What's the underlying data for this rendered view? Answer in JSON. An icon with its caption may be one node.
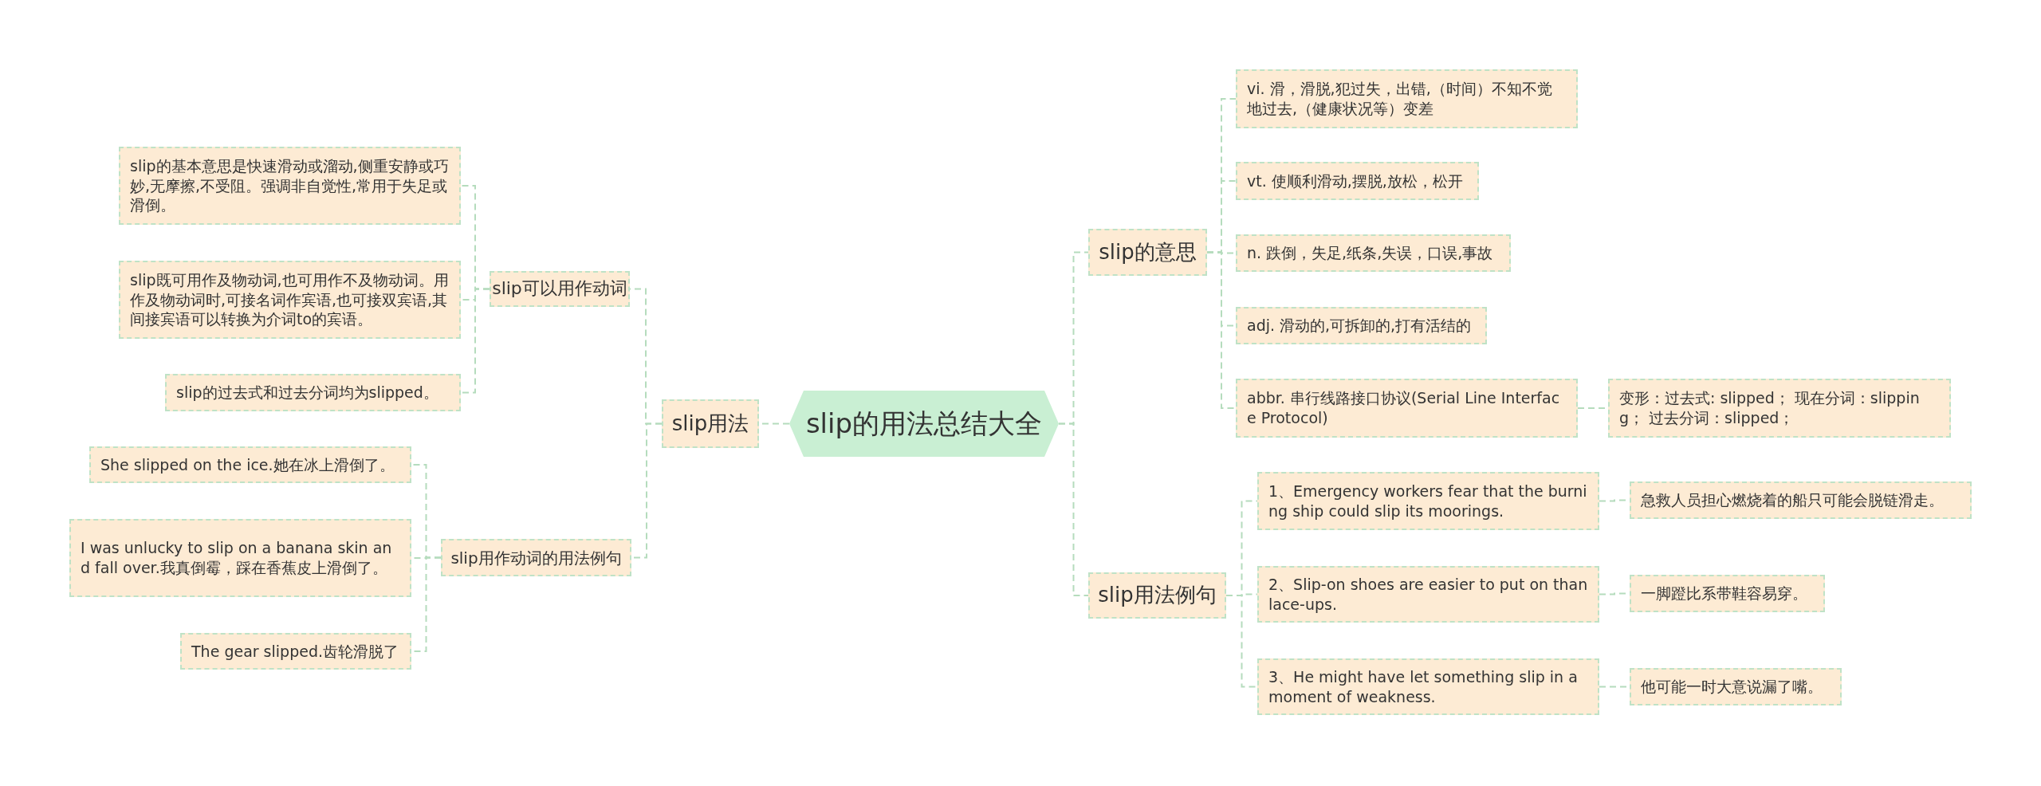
{
  "diagram": {
    "nodes": [
      {
        "text": [
          "slip的用法总结大全"
        ]
      },
      {
        "text": [
          "slip用法"
        ]
      },
      {
        "text": [
          "slip可以用作动词"
        ]
      },
      {
        "text": [
          "slip的基本意思是快速滑动或溜动,侧重安静或巧妙,无摩擦,不受阻。强调非自觉性,常用于失足或滑倒。"
        ]
      },
      {
        "text": [
          "slip既可用作及物动词,也可用作不及物动词。用作及物动词时,可接名词作宾语,也可接双宾语,其间接宾语可以转换为介词to的宾语。"
        ]
      },
      {
        "text": [
          "slip的过去式和过去分词均为slipped。"
        ]
      },
      {
        "text": [
          "slip用作动词的用法例句"
        ]
      },
      {
        "text": [
          "She slipped on the ice.她在冰上滑倒了。"
        ]
      },
      {
        "text": [
          "I was unlucky to slip on a banana skin and fall over.我真倒霉，踩在香蕉皮上滑倒了。"
        ]
      },
      {
        "text": [
          "The gear slipped.齿轮滑脱了"
        ]
      },
      {
        "text": [
          "slip的意思"
        ]
      },
      {
        "text": [
          "vi. 滑，滑脱,犯过失，出错,（时间）不知不觉地过去,（健康状况等）变差"
        ]
      },
      {
        "text": [
          "vt. 使顺利滑动,摆脱,放松，松开"
        ]
      },
      {
        "text": [
          "n. 跌倒，失足,纸条,失误，口误,事故"
        ]
      },
      {
        "text": [
          "adj. 滑动的,可拆卸的,打有活结的"
        ]
      },
      {
        "text": [
          "abbr. 串行线路接口协议(Serial Line Interface Protocol)"
        ]
      },
      {
        "text": [
          "变形：过去式: slipped；  现在分词：slipping；  过去分词：slipped；"
        ]
      },
      {
        "text": [
          "slip用法例句"
        ]
      },
      {
        "text": [
          "1、Emergency workers fear that the burning ship could slip its moorings."
        ]
      },
      {
        "text": [
          "急救人员担心燃烧着的船只可能会脱链滑走。"
        ]
      },
      {
        "text": [
          "2、Slip-on shoes are easier to put on than lace-ups."
        ]
      },
      {
        "text": [
          "一脚蹬比系带鞋容易穿。"
        ]
      },
      {
        "text": [
          "3、He might have let something slip in a moment of weakness."
        ]
      },
      {
        "text": [
          "他可能一时大意说漏了嘴。"
        ]
      }
    ],
    "edges": [
      {
        "from": 0,
        "to": 1,
        "arrow": "none"
      },
      {
        "from": 1,
        "to": 2,
        "arrow": "none"
      },
      {
        "from": 2,
        "to": 3,
        "arrow": "none"
      },
      {
        "from": 2,
        "to": 4,
        "arrow": "none"
      },
      {
        "from": 2,
        "to": 5,
        "arrow": "none"
      },
      {
        "from": 1,
        "to": 6,
        "arrow": "none"
      },
      {
        "from": 6,
        "to": 7,
        "arrow": "none"
      },
      {
        "from": 6,
        "to": 8,
        "arrow": "none"
      },
      {
        "from": 6,
        "to": 9,
        "arrow": "none"
      },
      {
        "from": 0,
        "to": 10,
        "arrow": "none"
      },
      {
        "from": 10,
        "to": 11,
        "arrow": "none"
      },
      {
        "from": 10,
        "to": 12,
        "arrow": "none"
      },
      {
        "from": 10,
        "to": 13,
        "arrow": "none"
      },
      {
        "from": 10,
        "to": 14,
        "arrow": "none"
      },
      {
        "from": 10,
        "to": 15,
        "arrow": "none"
      },
      {
        "from": 15,
        "to": 16,
        "arrow": "none"
      },
      {
        "from": 0,
        "to": 17,
        "arrow": "none"
      },
      {
        "from": 17,
        "to": 18,
        "arrow": "none"
      },
      {
        "from": 18,
        "to": 19,
        "arrow": "none"
      },
      {
        "from": 17,
        "to": 20,
        "arrow": "none"
      },
      {
        "from": 20,
        "to": 21,
        "arrow": "none"
      },
      {
        "from": 17,
        "to": 22,
        "arrow": "none"
      },
      {
        "from": 22,
        "to": 23,
        "arrow": "none"
      }
    ]
  }
}
